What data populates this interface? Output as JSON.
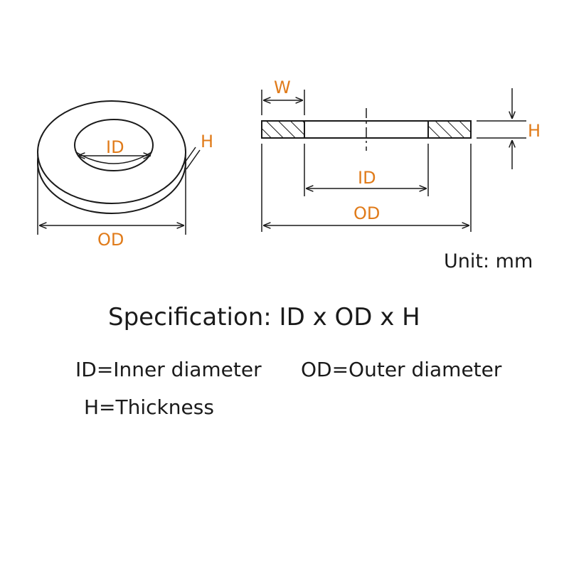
{
  "labels": {
    "perspective": {
      "id": "ID",
      "od": "OD",
      "h": "H"
    },
    "side": {
      "w": "W",
      "h": "H",
      "id": "ID",
      "od": "OD"
    }
  },
  "unit": "Unit:  mm",
  "specification": "Specification: ID x OD x H",
  "definitions": {
    "id": "ID=Inner diameter",
    "od": "OD=Outer diameter",
    "h": "H=Thickness"
  },
  "colors": {
    "label": "#e07b1a",
    "line": "#1a1a1a"
  }
}
